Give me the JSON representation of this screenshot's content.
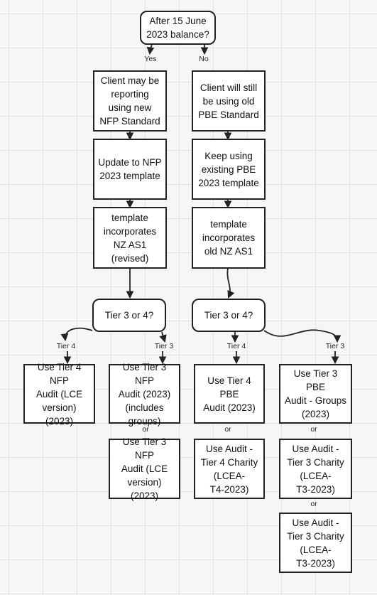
{
  "nodes": {
    "start": "After 15 June\n2023 balance?",
    "new_nfp": "Client may be\nreporting\nusing new\nNFP Standard",
    "old_pbe": "Client will still\nbe using old\nPBE Standard",
    "update_nfp": "Update to NFP\n2023 template",
    "keep_pbe": "Keep using\nexisting PBE\n2023 template",
    "nzas1_revised": "template\nincorporates\nNZ AS1\n(revised)",
    "nzas1_old": "template\nincorporates\nold NZ AS1",
    "tier_left": "Tier 3 or 4?",
    "tier_right": "Tier 3 or 4?",
    "t4_nfp": "Use Tier 4 NFP\nAudit (LCE\nversion)\n(2023)",
    "t3_nfp_groups": "Use Tier 3 NFP\nAudit (2023)\n(includes\ngroups)",
    "t3_nfp_lce": "Use Tier 3 NFP\nAudit (LCE\nversion)\n(2023)",
    "t4_pbe": "Use Tier 4 PBE\nAudit (2023)",
    "t4_charity": "Use Audit -\nTier 4 Charity\n(LCEA-\nT4-2023)",
    "t3_pbe_groups": "Use Tier 3 PBE\nAudit - Groups\n(2023)",
    "t3_charity_a": "Use Audit -\nTier 3 Charity\n(LCEA-\nT3-2023)",
    "t3_charity_b": "Use Audit -\nTier 3 Charity\n(LCEA-\nT3-2023)"
  },
  "labels": {
    "yes": "Yes",
    "no": "No",
    "tier4_left": "Tier 4",
    "tier3_left": "Tier 3",
    "tier4_right": "Tier 4",
    "tier3_right": "Tier 3",
    "or_1": "or",
    "or_2": "or",
    "or_3": "or",
    "or_4": "or"
  }
}
